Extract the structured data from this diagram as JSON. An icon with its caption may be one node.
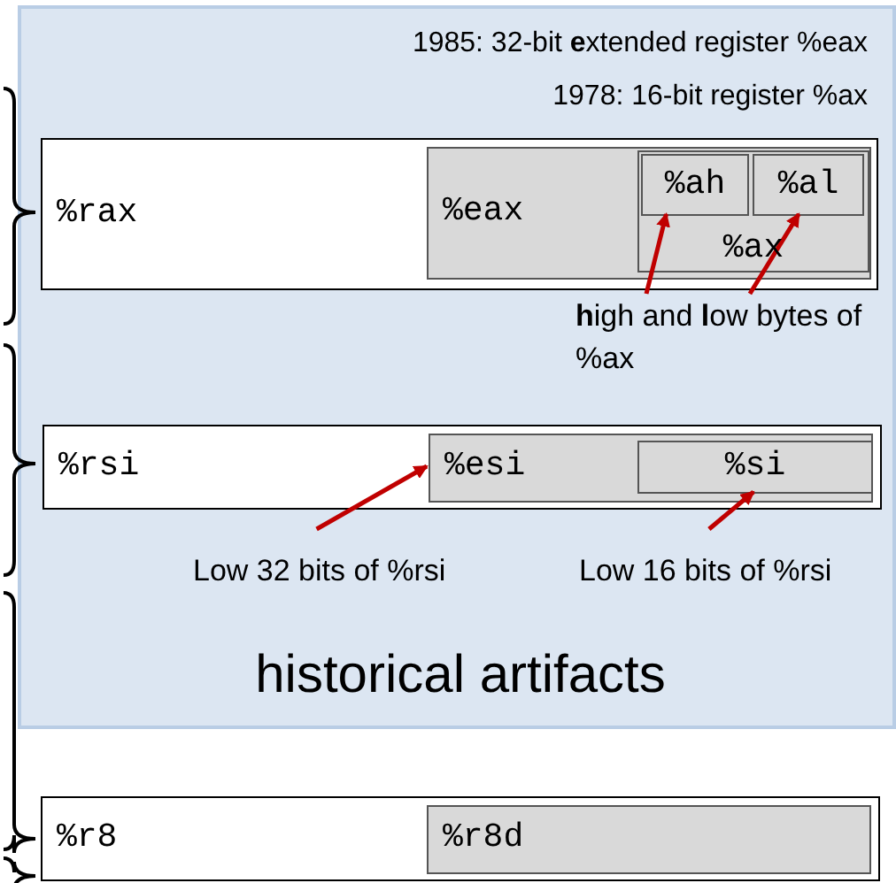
{
  "diagram": {
    "nodes": [
      {
        "text": [
          "historical artifacts"
        ]
      },
      {
        "text": [
          "%rax"
        ],
        "in": 0
      },
      {
        "text": [
          "%eax"
        ],
        "in": 1
      },
      {
        "text": [
          "%ax"
        ],
        "in": 2
      },
      {
        "text": [
          "%ah"
        ],
        "in": 3
      },
      {
        "text": [
          "%al"
        ],
        "in": 3
      },
      {
        "text": [
          "**h**igh and **l**ow bytes of %ax"
        ],
        "in": 0
      },
      {
        "text": [
          "%rsi"
        ],
        "in": 0
      },
      {
        "text": [
          "%esi"
        ],
        "in": 7
      },
      {
        "text": [
          "%si"
        ],
        "in": 8
      },
      {
        "text": [
          "Low 32 bits of %rsi"
        ],
        "in": 0
      },
      {
        "text": [
          "Low 16 bits of %rsi"
        ],
        "in": 0
      },
      {
        "text": [
          "%r8"
        ]
      },
      {
        "text": [
          "%r8d"
        ],
        "in": 12
      }
    ],
    "edges": [
      {
        "from": 6,
        "to": 4,
        "arrow": "to"
      },
      {
        "from": 6,
        "to": 5,
        "arrow": "to"
      },
      {
        "from": 10,
        "to": 8,
        "arrow": "to"
      },
      {
        "from": 11,
        "to": 9,
        "arrow": "to"
      }
    ],
    "labels": [
      "1985: 32-bit **e**xtended register %eax",
      "1978: 16-bit register %ax"
    ]
  }
}
